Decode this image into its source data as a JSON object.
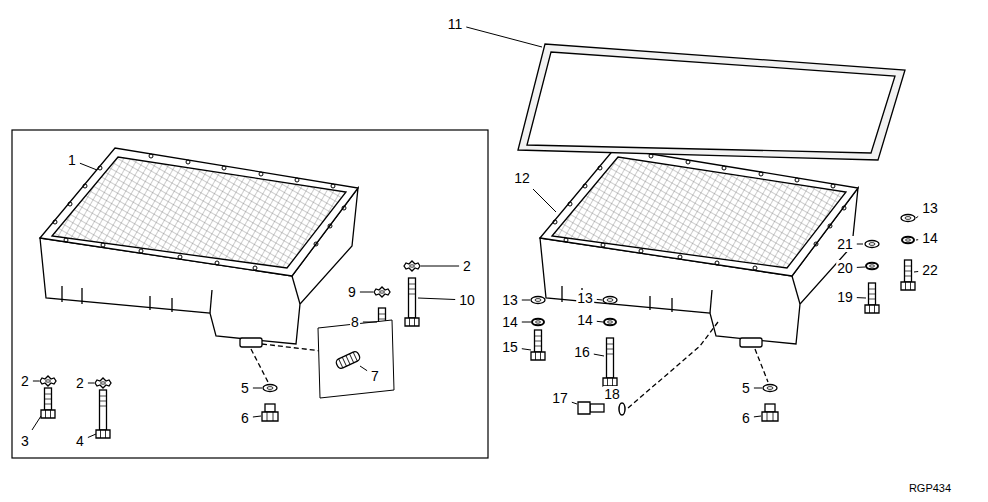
{
  "diagram": {
    "labels": [
      "11",
      "1",
      "12",
      "13",
      "21",
      "14",
      "2",
      "20",
      "22",
      "9",
      "10",
      "19",
      "13",
      "13",
      "14",
      "14",
      "8",
      "15",
      "16",
      "7",
      "2",
      "2",
      "5",
      "5",
      "17",
      "18",
      "6",
      "6",
      "3",
      "4",
      "RGP434"
    ]
  }
}
